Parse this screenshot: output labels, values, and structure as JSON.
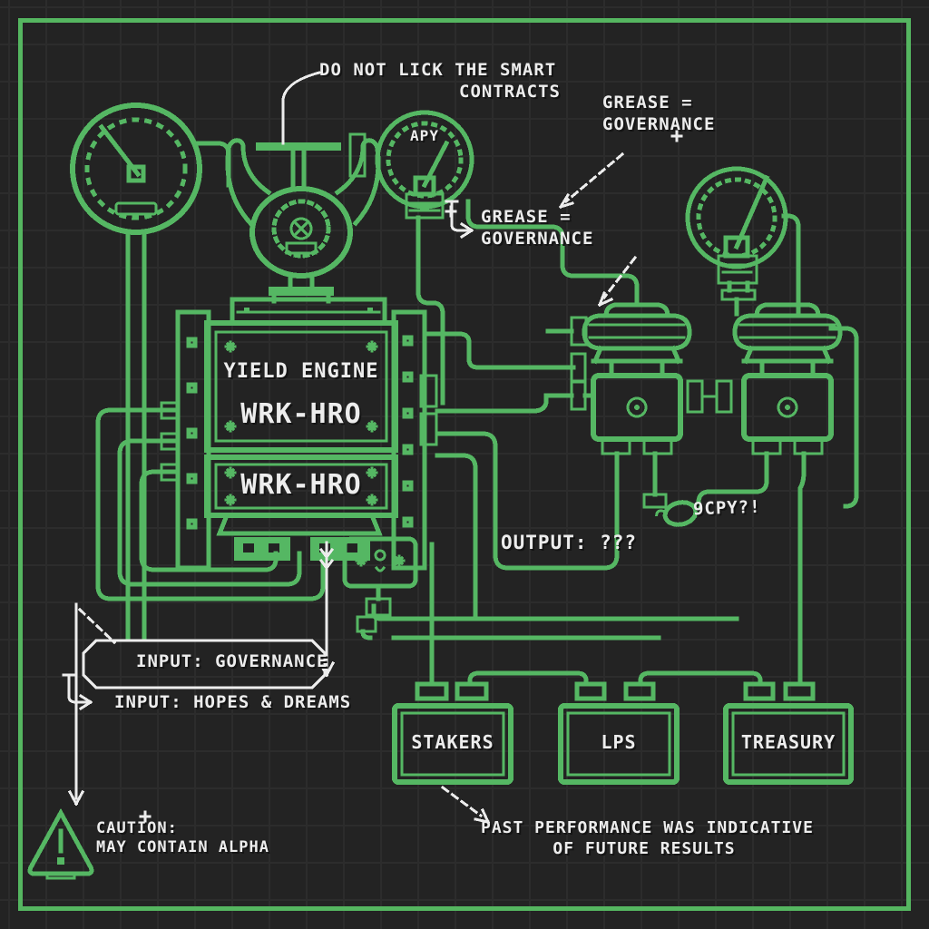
{
  "colors": {
    "background": "#232323",
    "grid_line": "#2c2c2c",
    "accent_green": "#55b763",
    "text_white": "#ededed"
  },
  "annotations": {
    "smart_contracts": {
      "line1": "DO NOT LICK THE SMART",
      "line2": "CONTRACTS"
    },
    "grease_top": {
      "line1": "GREASE =",
      "line2": "GOVERNANCE"
    },
    "grease_mid": {
      "line1": "GREASE =",
      "line2": "GOVERNANCE"
    },
    "output": "OUTPUT: ???",
    "scribble": "9CPY?!",
    "input_governance": "INPUT: GOVERNANCE",
    "input_hopes": "INPUT: HOPES & DREAMS",
    "caution": {
      "line1": "CAUTION:",
      "line2": "MAY CONTAIN ALPHA"
    },
    "disclaimer": {
      "line1": "PAST PERFORMANCE WAS INDICATIVE",
      "line2": "OF FUTURE RESULTS"
    }
  },
  "gauges": {
    "apy_label": "APY"
  },
  "engine": {
    "title": "YIELD ENGINE",
    "model_top": "WRK-HRO",
    "model_bottom": "WRK-HRO"
  },
  "sinks": [
    {
      "label": "STAKERS"
    },
    {
      "label": "LPS"
    },
    {
      "label": "TREASURY"
    }
  ]
}
